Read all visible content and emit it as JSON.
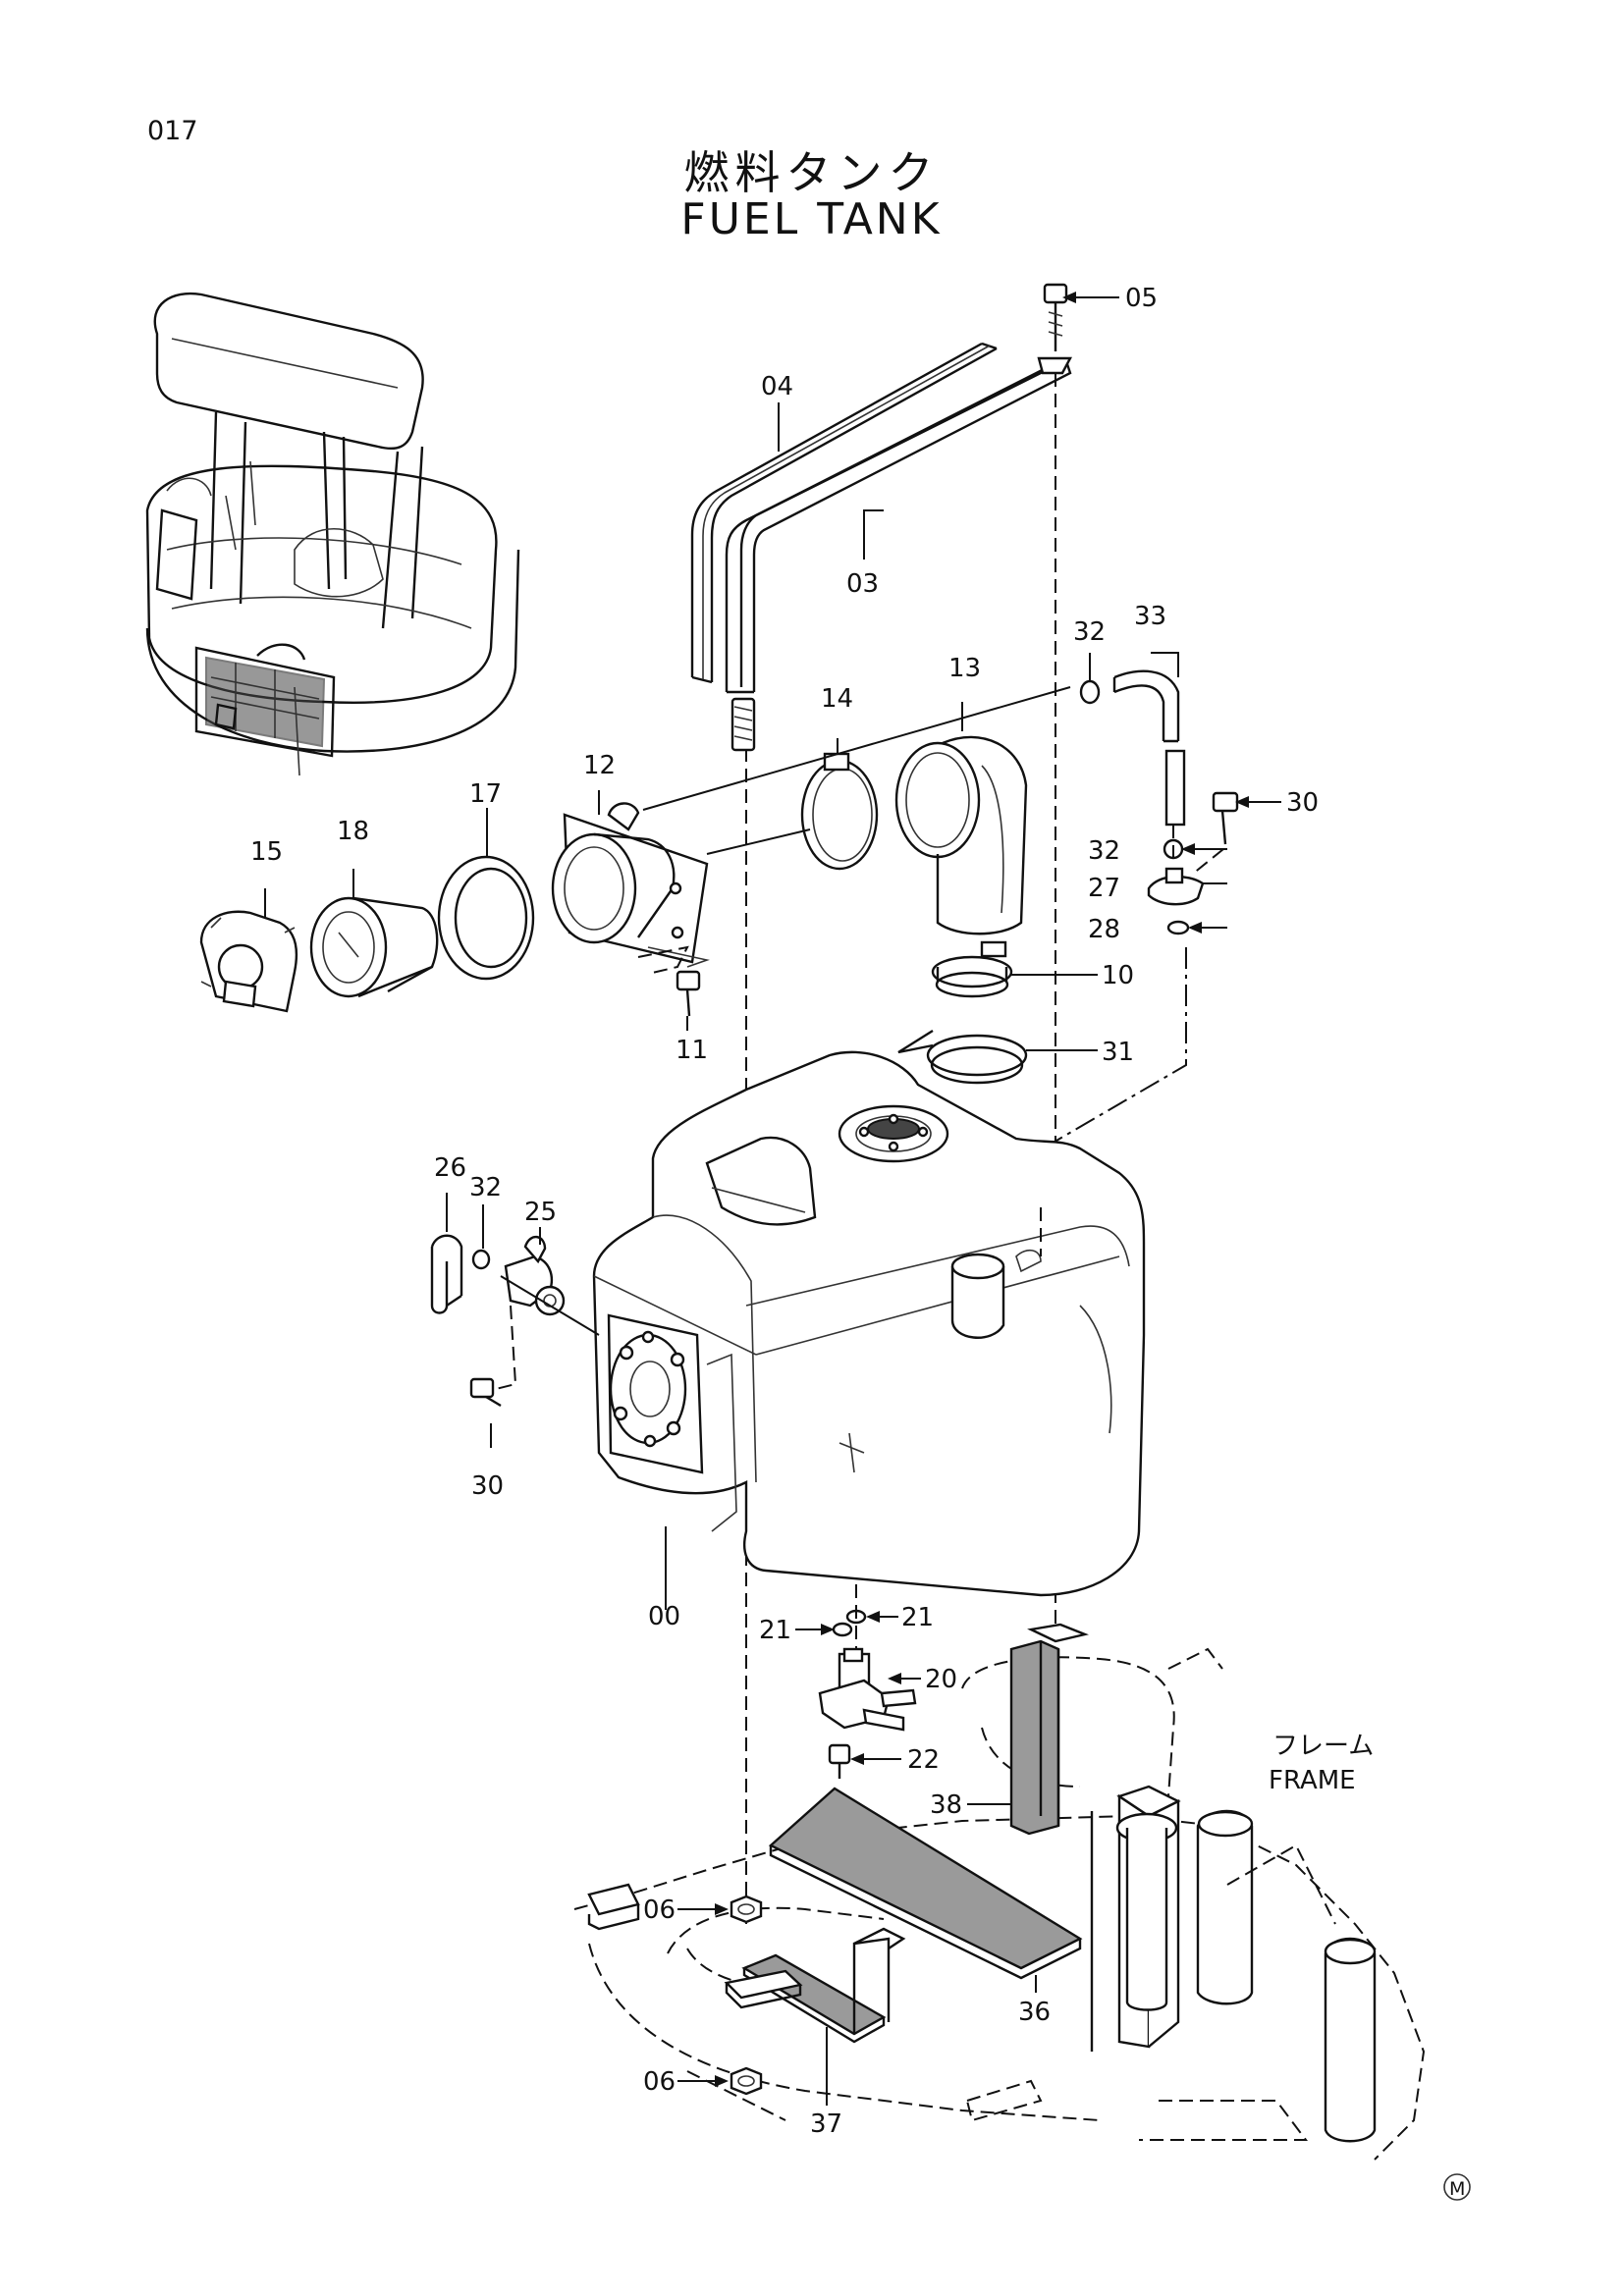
{
  "page": {
    "number": "017",
    "title_jp": "燃料タンク",
    "title_en": "FUEL TANK",
    "frame_label_jp": "フレーム",
    "frame_label_en": "FRAME",
    "mark": "M"
  },
  "callouts": {
    "c00": "00",
    "c03": "03",
    "c04": "04",
    "c05": "05",
    "c06a": "06",
    "c06b": "06",
    "c10": "10",
    "c11": "11",
    "c12": "12",
    "c13": "13",
    "c14": "14",
    "c15": "15",
    "c17": "17",
    "c18": "18",
    "c20": "20",
    "c21a": "21",
    "c21b": "21",
    "c22": "22",
    "c25": "25",
    "c26": "26",
    "c27": "27",
    "c28": "28",
    "c30a": "30",
    "c30b": "30",
    "c31": "31",
    "c32a": "32",
    "c32b": "32",
    "c32c": "32",
    "c33": "33",
    "c36": "36",
    "c37": "37",
    "c38": "38"
  }
}
